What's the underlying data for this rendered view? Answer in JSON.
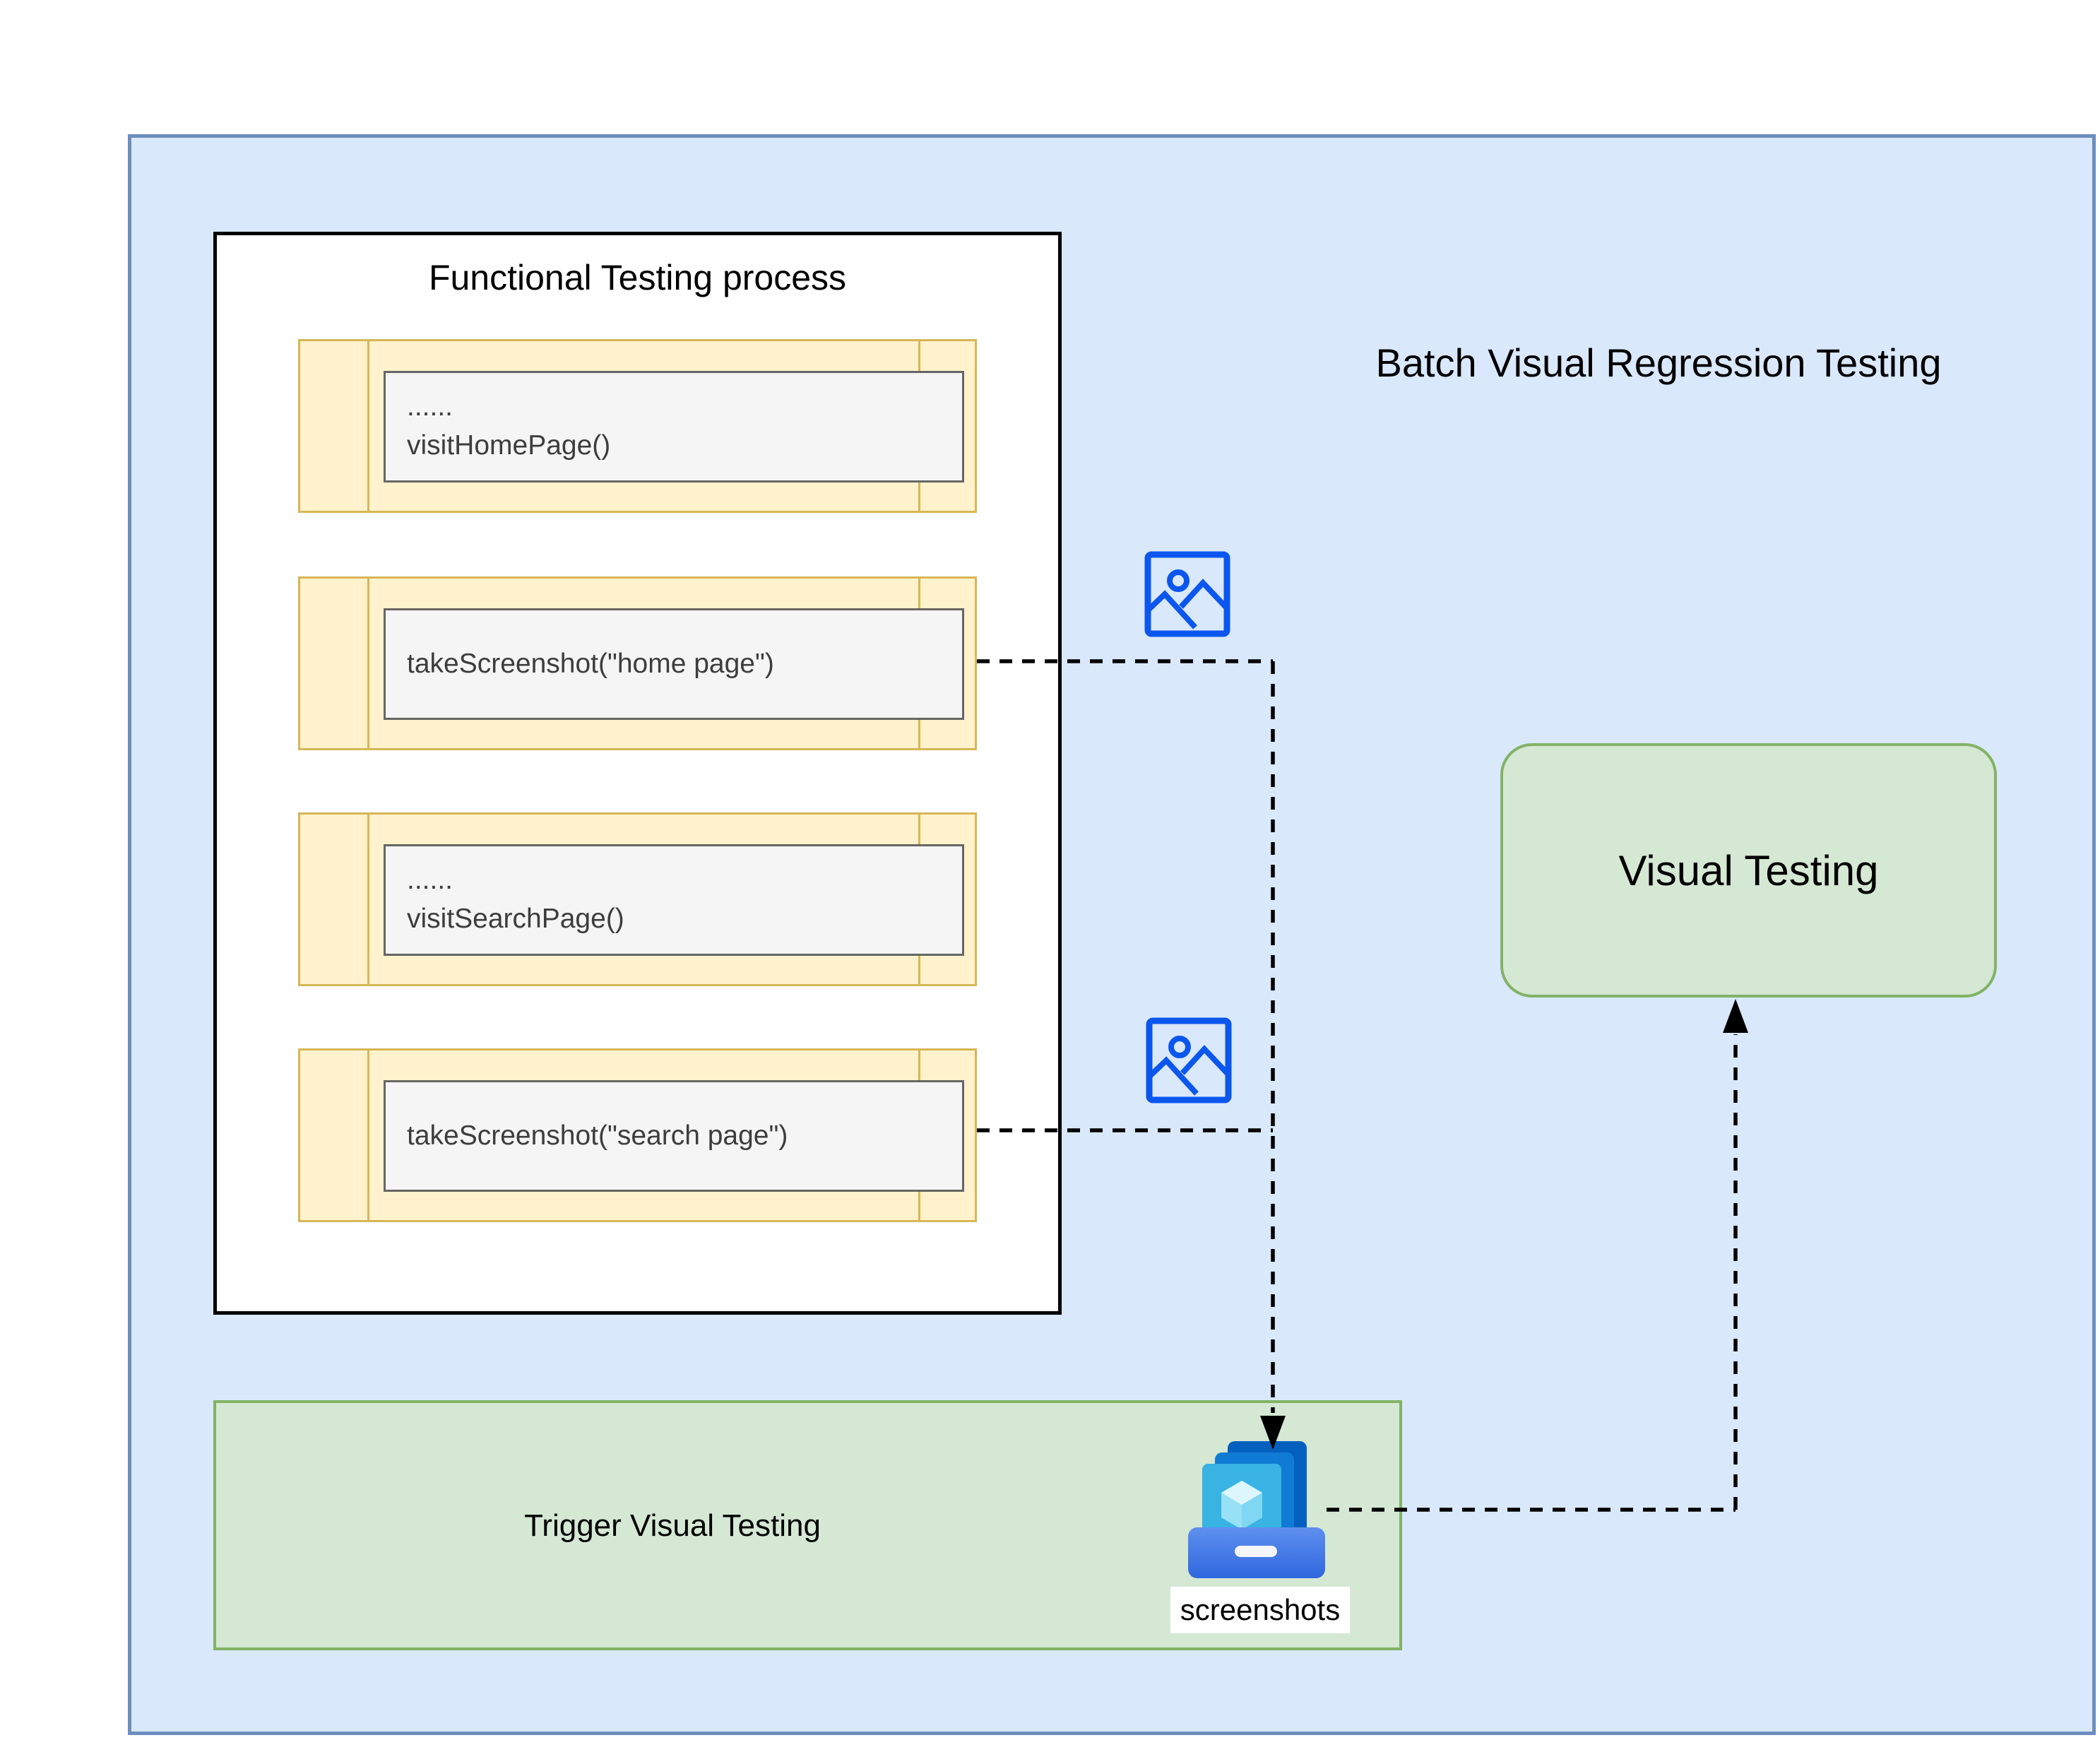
{
  "diagram": {
    "title": "Batch Visual Regression Testing",
    "functional_box": {
      "title": "Functional Testing process",
      "steps": [
        {
          "lines": [
            "......",
            "visitHomePage()"
          ]
        },
        {
          "lines": [
            "takeScreenshot(\"home page\")"
          ]
        },
        {
          "lines": [
            "......",
            "visitSearchPage()"
          ]
        },
        {
          "lines": [
            "takeScreenshot(\"search page\")"
          ]
        }
      ]
    },
    "trigger_bar": {
      "label": "Trigger Visual Testing"
    },
    "visual_testing_box": {
      "label": "Visual Testing"
    },
    "screenshots": {
      "label": "screenshots"
    },
    "icons": [
      "image-icon (photo with mountains, shown twice beside takeScreenshot steps)",
      "screenshots-stack-icon (azure style stacked cards with cube and drawer)"
    ],
    "colors": {
      "outer_fill": "#dae8fc",
      "outer_border": "#6c8ebf",
      "step_fill": "#fff2cc",
      "step_border": "#d6b656",
      "code_fill": "#f5f5f5",
      "code_border": "#666666",
      "green_fill": "#d5e8d4",
      "green_border": "#82b366",
      "image_icon_blue": "#0b57ee",
      "connector_black": "#000000",
      "screenshot_card_back": "#0460bf",
      "screenshot_card_mid": "#0f7bd4",
      "screenshot_card_front": "#38b3e4",
      "screenshot_drawer_top": "#5f90ef",
      "screenshot_drawer_bottom": "#2f67de"
    }
  }
}
